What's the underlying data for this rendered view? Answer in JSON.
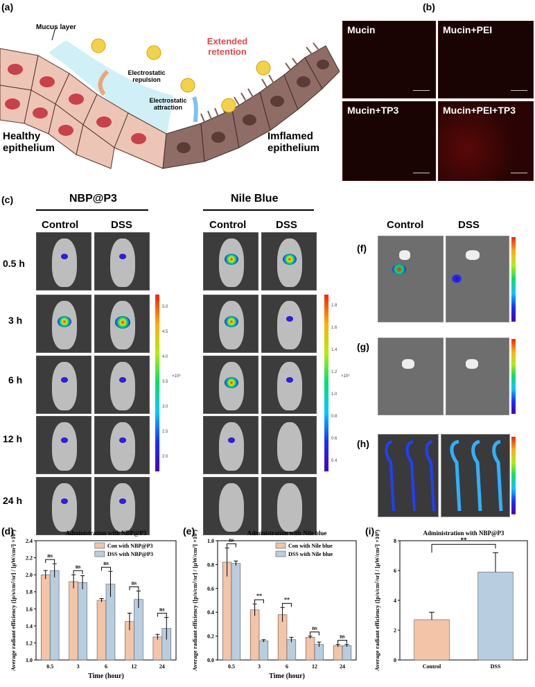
{
  "panels": {
    "a": {
      "label": "(a)",
      "mucus": "Mucus layer",
      "repulsion": "Electrostatic repulsion",
      "attraction": "Electrostatic attraction",
      "retention": "Extended retention",
      "healthy": "Healthy epithelium",
      "inflamed": "Imflamed epithelium",
      "minus": "−",
      "plus": "+"
    },
    "b": {
      "label": "(b)",
      "tiles": [
        "Mucin",
        "Mucin+PEI",
        "Mucin+TP3",
        "Mucin+PEI+TP3"
      ]
    },
    "c": {
      "label": "(c)",
      "groups": [
        "NBP@P3",
        "Nile Blue"
      ],
      "cols": [
        "Control",
        "DSS"
      ],
      "times": [
        "0.5 h",
        "3 h",
        "6 h",
        "12 h",
        "24 h"
      ]
    },
    "f": {
      "label": "(f)",
      "cols": [
        "Control",
        "DSS"
      ]
    },
    "g": {
      "label": "(g)"
    },
    "h": {
      "label": "(h)"
    },
    "d": {
      "label": "(d)"
    },
    "e": {
      "label": "(e)"
    },
    "i": {
      "label": "(i)"
    }
  },
  "chart_data": [
    {
      "type": "bar",
      "panel": "d",
      "title": "Administration with NBP@P3",
      "xlabel": "Time (hour)",
      "ylabel": "Average radiant efficiency ([p/s/cm²/sr] / [μW/cm²] ×10⁹)",
      "categories": [
        "0.5",
        "3",
        "6",
        "12",
        "24"
      ],
      "ylim": [
        1.0,
        2.4
      ],
      "yticks": [
        "1.0",
        "1.2",
        "1.4",
        "1.6",
        "1.8",
        "2.0",
        "2.2",
        "2.4"
      ],
      "series": [
        {
          "name": "Con with NBP@P3",
          "values": [
            2.0,
            1.92,
            1.7,
            1.45,
            1.27
          ],
          "err": [
            0.05,
            0.08,
            0.02,
            0.1,
            0.03
          ],
          "color": "#f4c4a8"
        },
        {
          "name": "DSS with NBP@P3",
          "values": [
            2.05,
            1.91,
            1.89,
            1.71,
            1.37
          ],
          "err": [
            0.08,
            0.08,
            0.15,
            0.1,
            0.13
          ],
          "color": "#b8cde0"
        }
      ],
      "annotations": [
        "ns",
        "ns",
        "ns",
        "ns",
        "ns"
      ]
    },
    {
      "type": "bar",
      "panel": "e",
      "title": "Administration with Nile blue",
      "xlabel": "Time (hour)",
      "ylabel": "Average radiant efficiency ([p/s/cm²/sr] / [μW/cm²] ×10⁹)",
      "categories": [
        "0.5",
        "3",
        "6",
        "12",
        "24"
      ],
      "ylim": [
        0.0,
        1.0
      ],
      "yticks": [
        "0.0",
        "0.2",
        "0.4",
        "0.6",
        "0.8",
        "1.0"
      ],
      "series": [
        {
          "name": "Con with Nile blue",
          "values": [
            0.82,
            0.42,
            0.38,
            0.19,
            0.12
          ],
          "err": [
            0.12,
            0.05,
            0.06,
            0.01,
            0.01
          ],
          "color": "#f4c4a8"
        },
        {
          "name": "DSS with Nile blue",
          "values": [
            0.81,
            0.16,
            0.17,
            0.13,
            0.12
          ],
          "err": [
            0.02,
            0.01,
            0.02,
            0.02,
            0.01
          ],
          "color": "#b8cde0"
        }
      ],
      "annotations": [
        "ns",
        "**",
        "**",
        "ns",
        "ns"
      ]
    },
    {
      "type": "bar",
      "panel": "i",
      "title": "Administration with NBP@P3",
      "ylabel": "Average radiant efficiency ([p/s/cm²/sr] / [μW/cm²] ×10⁸)",
      "categories": [
        "Control",
        "DSS"
      ],
      "ylim": [
        0,
        8
      ],
      "yticks": [
        "0",
        "2",
        "4",
        "6",
        "8"
      ],
      "series": [
        {
          "values": [
            2.7,
            5.9
          ],
          "err": [
            0.5,
            1.3
          ],
          "colors": [
            "#f4c4a8",
            "#b8cde0"
          ]
        }
      ],
      "annotations": [
        "**"
      ]
    }
  ],
  "colorbars": {
    "c1": [
      "5.0",
      "4.5",
      "4.0",
      "3.5",
      "3.0",
      "2.5",
      "2.0"
    ],
    "c1unit": "×10⁸",
    "c2": [
      "1.8",
      "1.6",
      "1.4",
      "1.2",
      "1.0",
      "0.8",
      "0.6",
      "0.4"
    ],
    "c2unit": "×10⁹"
  }
}
